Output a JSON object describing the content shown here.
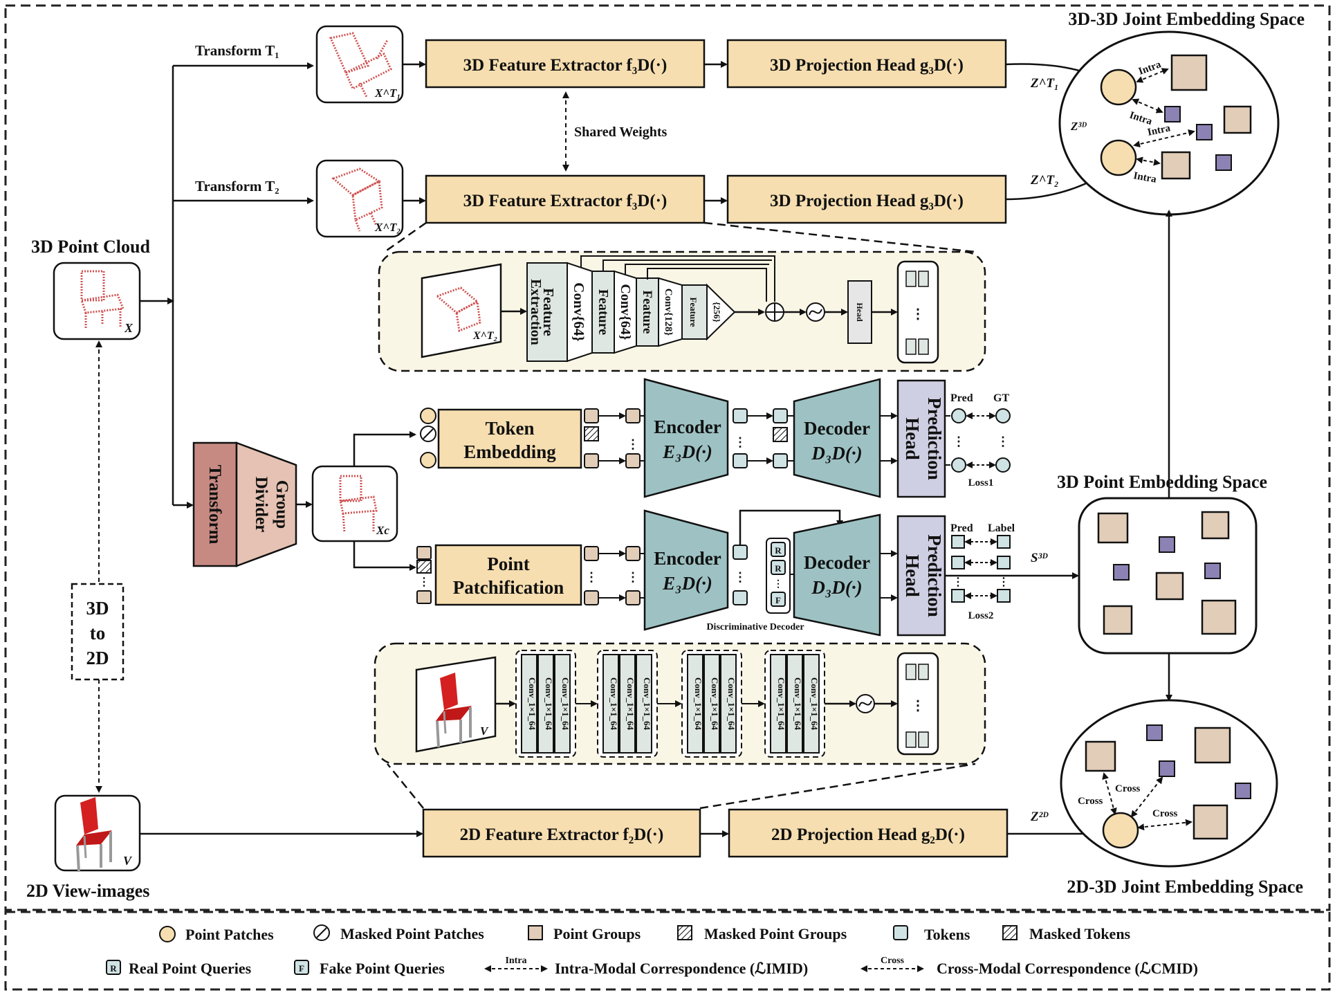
{
  "labels": {
    "point_cloud_3d": "3D Point Cloud",
    "view_images_2d": "2D View-images",
    "transform_t1": "Transform T₁",
    "transform_t2": "Transform T₂",
    "shared_weights": "Shared Weights",
    "fe3d_top": "3D Feature Extractor f₃D(·)",
    "fe3d_mid": "3D Feature Extractor f₃D(·)",
    "ph3d_top": "3D Projection Head g₃D(·)",
    "ph3d_mid": "3D Projection Head g₃D(·)",
    "fe2d": "2D Feature Extractor f₂D(·)",
    "ph2d": "2D Projection Head  g₂D(·)",
    "z_t1": "Z^T₁",
    "z_t2": "Z^T₂",
    "z_3d": "Z³ᴰ",
    "z_2d": "Z²ᴰ",
    "s_3d": "S³ᴰ",
    "x": "X",
    "x_t1": "X^T₁",
    "x_t2": "X^T₂",
    "x_c": "Xc",
    "v": "V",
    "space_3d3d": "3D-3D Joint Embedding Space",
    "space_3dpoint": "3D Point Embedding Space",
    "space_2d3d": "2D-3D Joint Embedding Space",
    "transform_box": "Transform",
    "group_divider_1": "Group",
    "group_divider_2": "Divider",
    "token_embedding_1": "Token",
    "token_embedding_2": "Embedding",
    "point_patch_1": "Point",
    "point_patch_2": "Patchification",
    "encoder_1": "Encoder",
    "encoder_2": "E₃D(·)",
    "decoder_1": "Decoder",
    "decoder_2": "D₃D(·)",
    "pred_head_1": "Prediction",
    "pred_head_2": "Head",
    "discriminative_decoder": "Discriminative Decoder",
    "pred": "Pred",
    "gt": "GT",
    "label": "Label",
    "loss1": "Loss1",
    "loss2": "Loss2",
    "intra": "Intra",
    "cross": "Cross",
    "to3d_1": "3D",
    "to3d_2": "to",
    "to3d_3": "2D",
    "feat_extraction_1": "Feature",
    "feat_extraction_2": "Extraction",
    "conv64": "Conv{64}",
    "feature": "Feature",
    "conv128": "Conv{128}",
    "f256": "{256}",
    "head": "Head",
    "conv_1x1_64": "Conv_1×1_64",
    "r": "R",
    "f": "F"
  },
  "legend": {
    "point_patches": "Point Patches",
    "masked_point_patches": "Masked Point Patches",
    "point_groups": "Point Groups",
    "masked_point_groups": "Masked Point Groups",
    "tokens": "Tokens",
    "masked_tokens": "Masked Tokens",
    "real_point_queries": "Real Point Queries",
    "fake_point_queries": "Fake Point Queries",
    "intra_modal": "Intra-Modal Correspondence (ℒIMID)",
    "cross_modal": "Cross-Modal Correspondence (ℒCMID)"
  },
  "colors": {
    "beige_box": "#f6deb0",
    "lavender_head": "#cfcfe3",
    "teal_encoder": "#9ec2c4",
    "transform_brown": "#c68a82",
    "group_divider": "#e5c2b3",
    "point_patch_circle": "#f6deb0",
    "point_group_square": "#e2cdb8",
    "token_square": "#cfe2e4",
    "small_purple": "#8c82b4",
    "panel_bg": "#faf6e6"
  }
}
